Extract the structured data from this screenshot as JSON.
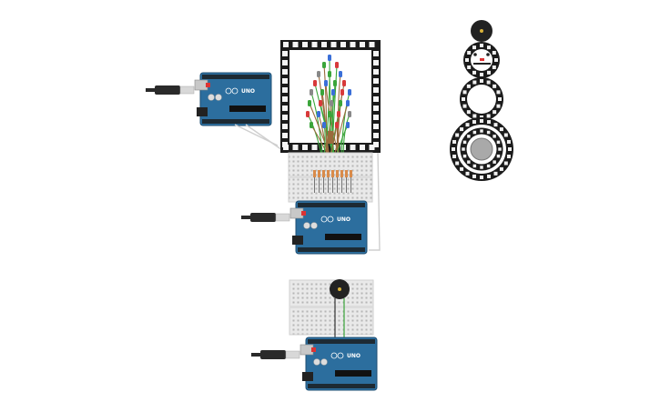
{
  "boards": [
    {
      "id": "arduino-1",
      "model": "UNO"
    },
    {
      "id": "arduino-2",
      "model": "UNO"
    },
    {
      "id": "arduino-3",
      "model": "UNO"
    }
  ],
  "colors": {
    "board_blue": "#2c6e9e",
    "board_dark": "#1f4f73",
    "breadboard": "#e9e9e9",
    "matrix_frame": "#1b1b1b",
    "wire_green": "#3aa53a",
    "wire_brown": "#9a6b3d",
    "wire_gray": "#cfcfcf",
    "buzzer": "#222222",
    "usb_cable": "#2a2a2a"
  },
  "icons": [
    "arduino-uno-icon",
    "usb-cable-icon",
    "breadboard-icon",
    "neopixel-matrix-icon",
    "neopixel-ring-icon",
    "piezo-buzzer-icon",
    "led-icon",
    "resistor-icon"
  ]
}
